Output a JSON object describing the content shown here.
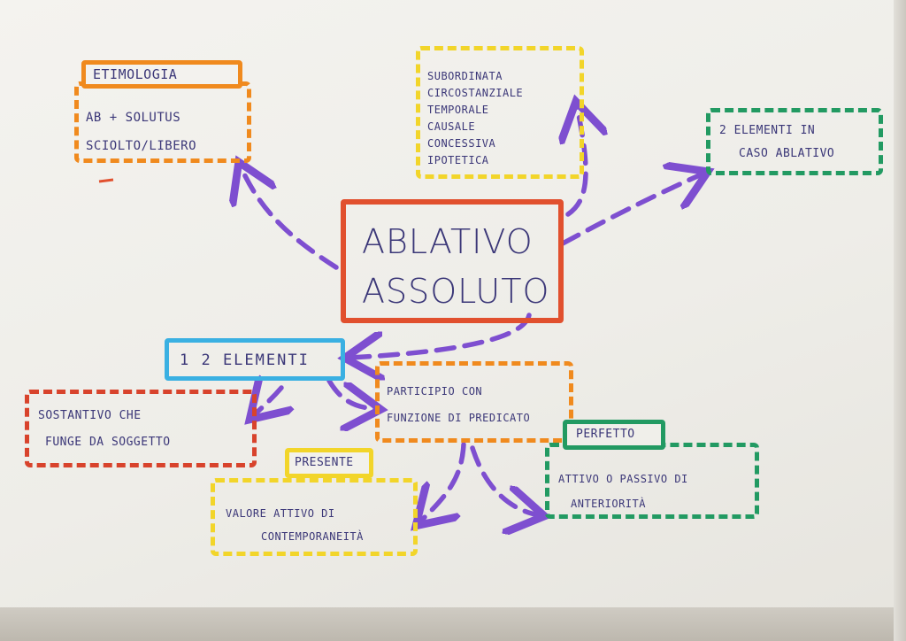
{
  "central": {
    "line1": "ABLATIVO",
    "line2": "ASSOLUTO"
  },
  "etimologia": {
    "title": "ETIMOLOGIA",
    "line1": "AB + SOLUTUS",
    "line2": "SCIOLTO/LIBERO"
  },
  "subordinata": {
    "lines": [
      "SUBORDINATA",
      "CIRCOSTANZIALE",
      "TEMPORALE",
      "CAUSALE",
      "CONCESSIVA",
      "IPOTETICA"
    ]
  },
  "due_elementi_caso": {
    "line1": "2 ELEMENTI IN",
    "line2": "CASO ABLATIVO"
  },
  "due_elementi": {
    "label": "1 2 ELEMENTI"
  },
  "sostantivo": {
    "line1": "SOSTANTIVO CHE",
    "line2": "FUNGE DA SOGGETTO"
  },
  "participio": {
    "line1": "PARTICIPIO CON",
    "line2": "FUNZIONE DI PREDICATO"
  },
  "presente": {
    "title": "PRESENTE",
    "line1": "VALORE ATTIVO DI",
    "line2": "CONTEMPORANEITÀ"
  },
  "perfetto": {
    "title": "PERFETTO",
    "line1": "ATTIVO O PASSIVO DI",
    "line2": "ANTERIORITÀ"
  },
  "colors": {
    "orange": "#f08a1e",
    "red_orange": "#e1502e",
    "yellow": "#f2d52a",
    "green": "#229a62",
    "blue": "#3ab0e2",
    "red": "#d8432c",
    "purple": "#7e4fd0",
    "ink": "#3b3778"
  }
}
